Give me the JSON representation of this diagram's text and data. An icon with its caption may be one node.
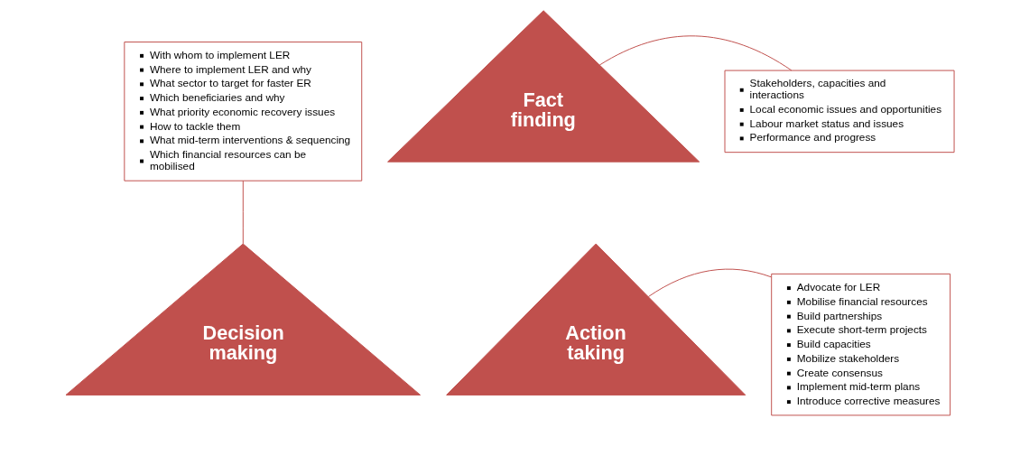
{
  "diagram": {
    "nodes": [
      {
        "text": [
          "With whom to implement LER",
          "Where to implement LER and why",
          "What sector to target for faster ER",
          "Which beneficiaries and why",
          "What priority economic recovery issues",
          "How to tackle them",
          "What mid-term interventions & sequencing",
          "Which financial resources can be mobilised"
        ]
      },
      {
        "text": [
          "Stakeholders, capacities and interactions",
          "Local economic issues and opportunities",
          "Labour market status and issues",
          "Performance and progress"
        ]
      },
      {
        "text": [
          "Fact finding"
        ]
      },
      {
        "text": [
          "Advocate for LER",
          "Mobilise financial resources",
          "Build partnerships",
          "Execute short-term projects",
          "Build capacities",
          "Mobilize stakeholders",
          "Create consensus",
          "Implement mid-term plans",
          "Introduce corrective measures"
        ]
      },
      {
        "text": [
          "Decision making"
        ]
      },
      {
        "text": [
          "Action taking"
        ]
      }
    ],
    "edges": [
      {
        "from": 0,
        "to": 4,
        "arrow": "none"
      },
      {
        "from": 1,
        "to": 2,
        "arrow": "none"
      },
      {
        "from": 3,
        "to": 5,
        "arrow": "none"
      }
    ]
  }
}
